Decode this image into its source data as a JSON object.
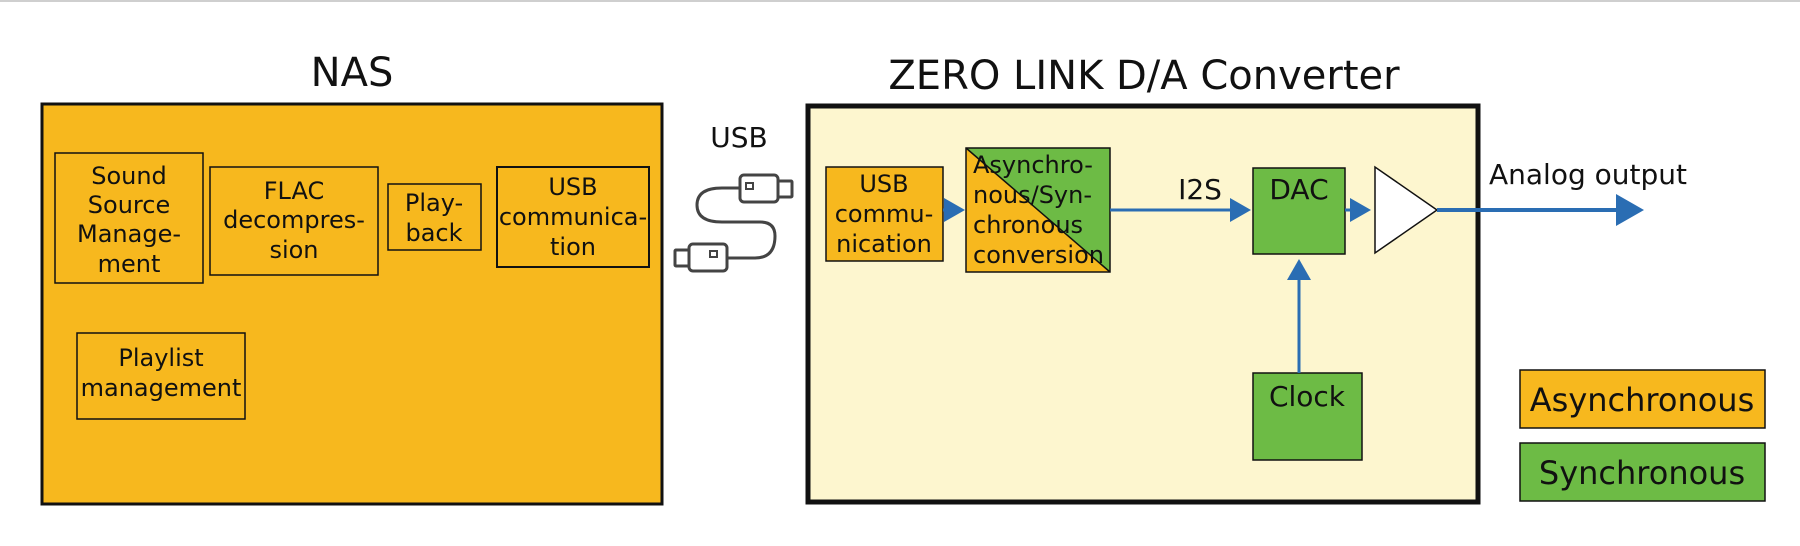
{
  "colors": {
    "async": "#F7B81E",
    "sync": "#6DBB45",
    "dac_bg": "#FDF6CF",
    "arrow": "#2A6DB3",
    "border": "#111111"
  },
  "nas": {
    "title": "NAS",
    "blocks": {
      "sound_source": [
        "Sound",
        "Source",
        "Manage-",
        "ment"
      ],
      "flac": [
        "FLAC",
        "decompres-",
        "sion"
      ],
      "playback": [
        "Play-",
        "back"
      ],
      "usb_comm": [
        "USB",
        "communica-",
        "tion"
      ],
      "playlist": [
        "Playlist",
        "management"
      ]
    }
  },
  "cable": {
    "label": "USB"
  },
  "dac_converter": {
    "title": "ZERO  LINK  D/A Converter",
    "blocks": {
      "usb_comm": [
        "USB",
        "commu-",
        "nication"
      ],
      "conversion": [
        "Asynchro-",
        "nous/Syn-",
        "chronous",
        "conversion"
      ],
      "dac": "DAC",
      "clock": "Clock"
    },
    "i2s_label": "I2S",
    "output_label": "Analog output"
  },
  "legend": {
    "async": "Asynchronous",
    "sync": "Synchronous"
  }
}
